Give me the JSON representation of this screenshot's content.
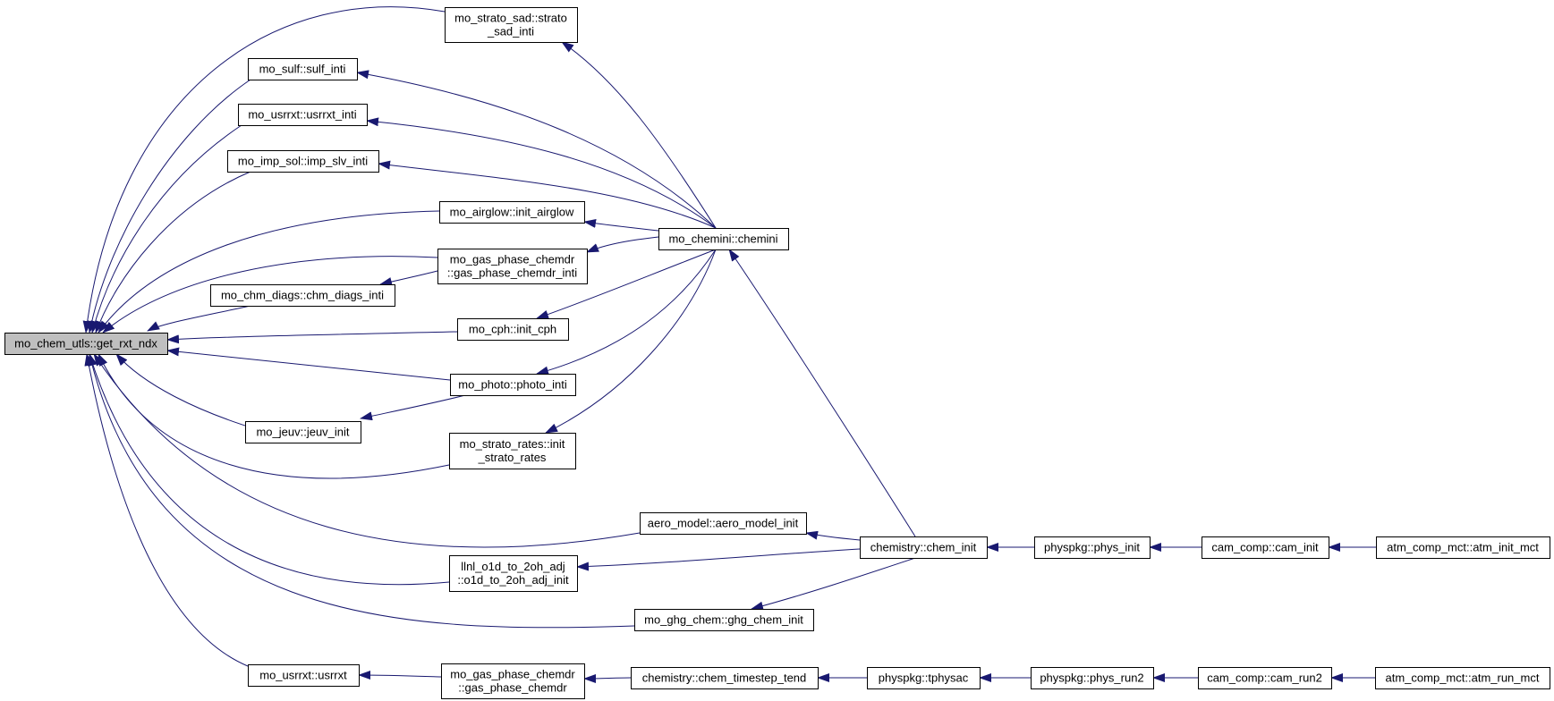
{
  "nodes": {
    "root": [
      "mo_chem_utls::get_rxt_ndx"
    ],
    "strato_sad": [
      "mo_strato_sad::strato",
      "_sad_inti"
    ],
    "sulf": [
      "mo_sulf::sulf_inti"
    ],
    "usrrxt_inti": [
      "mo_usrrxt::usrrxt_inti"
    ],
    "imp_sol": [
      "mo_imp_sol::imp_slv_inti"
    ],
    "airglow": [
      "mo_airglow::init_airglow"
    ],
    "gas_phase_inti": [
      "mo_gas_phase_chemdr",
      "::gas_phase_chemdr_inti"
    ],
    "chm_diags": [
      "mo_chm_diags::chm_diags_inti"
    ],
    "cph": [
      "mo_cph::init_cph"
    ],
    "photo": [
      "mo_photo::photo_inti"
    ],
    "jeuv": [
      "mo_jeuv::jeuv_init"
    ],
    "strato_rates": [
      "mo_strato_rates::init",
      "_strato_rates"
    ],
    "aero_model": [
      "aero_model::aero_model_init"
    ],
    "llnl": [
      "llnl_o1d_to_2oh_adj",
      "::o1d_to_2oh_adj_init"
    ],
    "ghg": [
      "mo_ghg_chem::ghg_chem_init"
    ],
    "usrrxt": [
      "mo_usrrxt::usrrxt"
    ],
    "gas_phase": [
      "mo_gas_phase_chemdr",
      "::gas_phase_chemdr"
    ],
    "chemini": [
      "mo_chemini::chemini"
    ],
    "chem_init": [
      "chemistry::chem_init"
    ],
    "phys_init": [
      "physpkg::phys_init"
    ],
    "cam_init": [
      "cam_comp::cam_init"
    ],
    "atm_init_mct": [
      "atm_comp_mct::atm_init_mct"
    ],
    "chem_timestep": [
      "chemistry::chem_timestep_tend"
    ],
    "tphysac": [
      "physpkg::tphysac"
    ],
    "phys_run2": [
      "physpkg::phys_run2"
    ],
    "cam_run2": [
      "cam_comp::cam_run2"
    ],
    "atm_run_mct": [
      "atm_comp_mct::atm_run_mct"
    ]
  },
  "edges": [
    [
      "strato_sad",
      "root"
    ],
    [
      "sulf",
      "root"
    ],
    [
      "usrrxt_inti",
      "root"
    ],
    [
      "imp_sol",
      "root"
    ],
    [
      "airglow",
      "root"
    ],
    [
      "gas_phase_inti",
      "root"
    ],
    [
      "chm_diags",
      "root"
    ],
    [
      "cph",
      "root"
    ],
    [
      "photo",
      "root"
    ],
    [
      "jeuv",
      "root"
    ],
    [
      "strato_rates",
      "root"
    ],
    [
      "aero_model",
      "root"
    ],
    [
      "llnl",
      "root"
    ],
    [
      "ghg",
      "root"
    ],
    [
      "usrrxt",
      "root"
    ],
    [
      "chemini",
      "strato_sad"
    ],
    [
      "chemini",
      "sulf"
    ],
    [
      "chemini",
      "usrrxt_inti"
    ],
    [
      "chemini",
      "imp_sol"
    ],
    [
      "chemini",
      "airglow"
    ],
    [
      "chemini",
      "gas_phase_inti"
    ],
    [
      "gas_phase_inti",
      "chm_diags"
    ],
    [
      "chemini",
      "cph"
    ],
    [
      "chemini",
      "photo"
    ],
    [
      "photo",
      "jeuv"
    ],
    [
      "chemini",
      "strato_rates"
    ],
    [
      "chem_init",
      "chemini"
    ],
    [
      "chem_init",
      "aero_model"
    ],
    [
      "chem_init",
      "llnl"
    ],
    [
      "chem_init",
      "ghg"
    ],
    [
      "phys_init",
      "chem_init"
    ],
    [
      "cam_init",
      "phys_init"
    ],
    [
      "atm_init_mct",
      "cam_init"
    ],
    [
      "gas_phase",
      "usrrxt"
    ],
    [
      "chem_timestep",
      "gas_phase"
    ],
    [
      "tphysac",
      "chem_timestep"
    ],
    [
      "phys_run2",
      "tphysac"
    ],
    [
      "cam_run2",
      "phys_run2"
    ],
    [
      "atm_run_mct",
      "cam_run2"
    ]
  ],
  "colors": {
    "edge": "#191970",
    "root_fill": "#bfbfbf",
    "node_fill": "#ffffff",
    "node_stroke": "#000000"
  }
}
